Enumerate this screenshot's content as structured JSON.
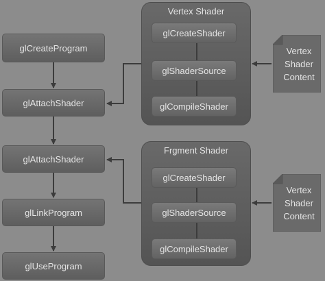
{
  "nodes": {
    "create_program": "glCreateProgram",
    "attach_shader_1": "glAttachShader",
    "attach_shader_2": "glAttachShader",
    "link_program": "glLinkProgram",
    "use_program": "glUseProgram"
  },
  "vertex_group": {
    "title": "Vertex Shader",
    "steps": [
      "glCreateShader",
      "glShaderSource",
      "glCompileShader"
    ]
  },
  "fragment_group": {
    "title": "Frgment Shader",
    "steps": [
      "glCreateShader",
      "glShaderSource",
      "glCompileShader"
    ]
  },
  "content_docs": [
    {
      "lines": [
        "Vertex",
        "Shader",
        "Content"
      ]
    },
    {
      "lines": [
        "Vertex",
        "Shader",
        "Content"
      ]
    }
  ],
  "colors": {
    "background": "#8c8c8c",
    "connector": "#3c3c3c"
  }
}
